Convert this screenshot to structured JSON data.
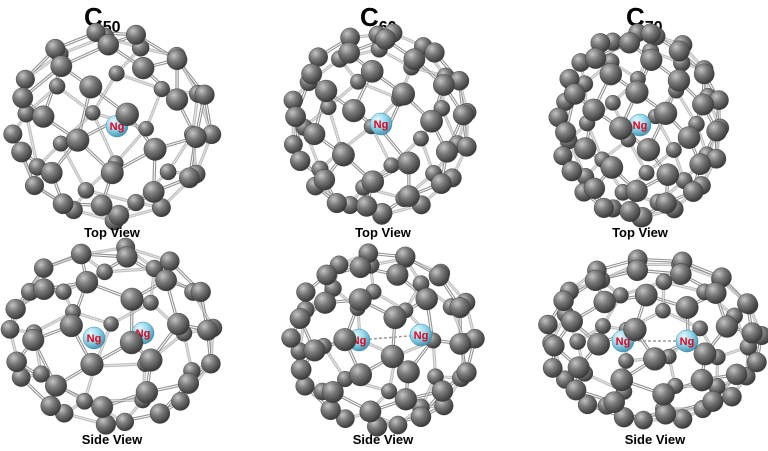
{
  "panels": [
    {
      "title_main": "C",
      "title_sub": "50",
      "top_label": "Top View",
      "side_label": "Side View"
    },
    {
      "title_main": "C",
      "title_sub": "60",
      "top_label": "Top View",
      "side_label": "Side View"
    },
    {
      "title_main": "C",
      "title_sub": "70",
      "top_label": "Top View",
      "side_label": "Side View"
    }
  ],
  "atom_label": "Ng",
  "colors": {
    "carbon": "#6b6b6b",
    "carbon_highlight": "#b8b8b8",
    "bond": "#8a8a8a",
    "ng_atom": "#8fd6ec",
    "ng_label": "#e8001c",
    "ng_ng_dashed_bond": "#9a9a9a"
  },
  "cage_sizes": {
    "c50": 50,
    "c60": 60,
    "c70": 70
  }
}
